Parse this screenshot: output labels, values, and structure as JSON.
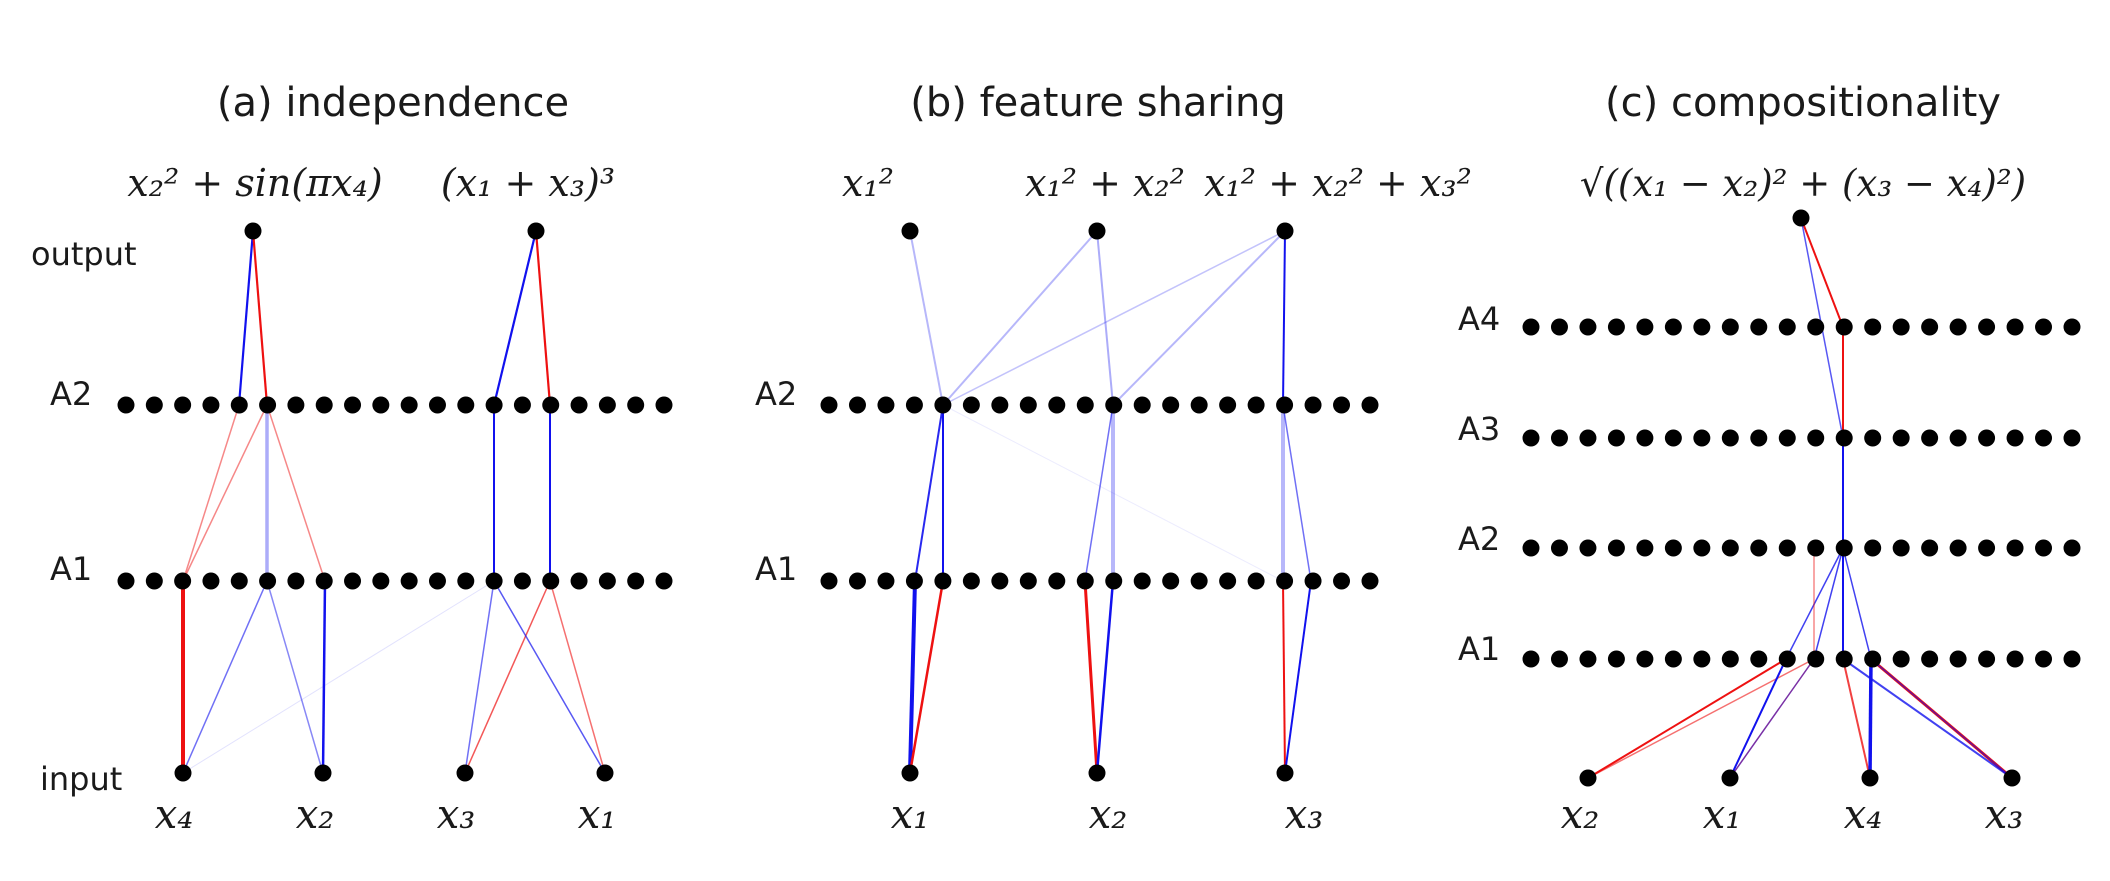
{
  "panels": [
    {
      "title": "(a) independence",
      "row_labels": {
        "output": "output",
        "A2": "A2",
        "A1": "A1",
        "input": "input"
      },
      "outputs": [
        "x₂² + sin(πx₄)",
        "(x₁ + x₃)³"
      ],
      "inputs": [
        "x₄",
        "x₂",
        "x₃",
        "x₁"
      ]
    },
    {
      "title": "(b) feature sharing",
      "row_labels": {
        "A2": "A2",
        "A1": "A1"
      },
      "outputs": [
        "x₁²",
        "x₁² + x₂²",
        "x₁² + x₂² + x₃²"
      ],
      "inputs": [
        "x₁",
        "x₂",
        "x₃"
      ]
    },
    {
      "title": "(c) compositionality",
      "row_labels": {
        "A4": "A4",
        "A3": "A3",
        "A2": "A2",
        "A1": "A1"
      },
      "outputs": [
        "√((x₁ − x₂)² + (x₃ − x₄)²)"
      ],
      "inputs": [
        "x₂",
        "x₁",
        "x₄",
        "x₃"
      ]
    }
  ],
  "colors": {
    "positive_edge": "#ee1111",
    "negative_edge": "#1111ee",
    "node": "#000000"
  }
}
